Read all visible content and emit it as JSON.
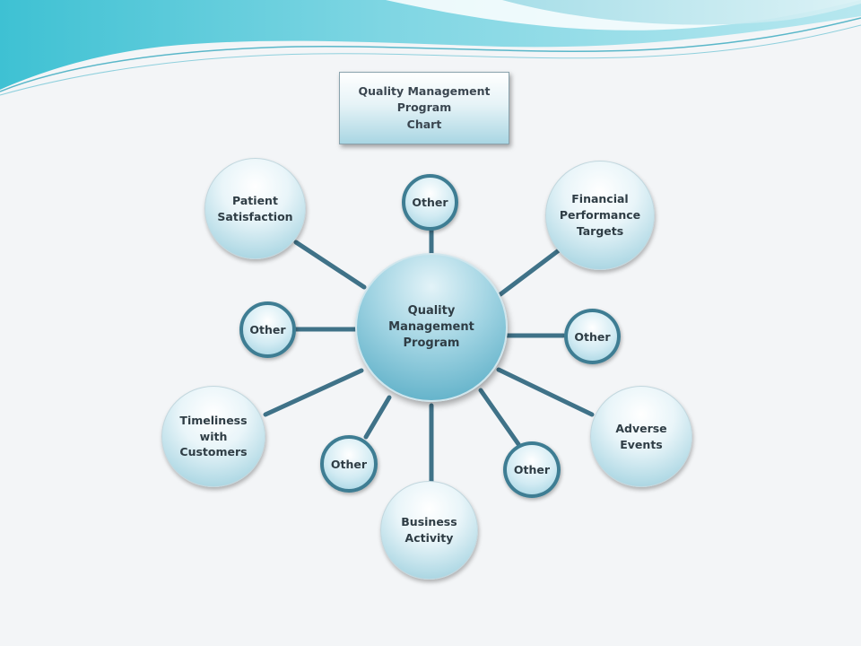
{
  "title": "Quality Management Program\nChart",
  "center": "Quality\nManagement\nProgram",
  "nodes": {
    "patient_satisfaction": "Patient\nSatisfaction",
    "financial_performance": "Financial\nPerformance\nTargets",
    "timeliness": "Timeliness\nwith\nCustomers",
    "adverse_events": "Adverse\nEvents",
    "business_activity": "Business\nActivity",
    "other_top": "Other",
    "other_left": "Other",
    "other_right": "Other",
    "other_bottom_left": "Other",
    "other_bottom_right": "Other"
  },
  "colors": {
    "connector": "#3f7288",
    "small_ring": "#3e7d93"
  }
}
